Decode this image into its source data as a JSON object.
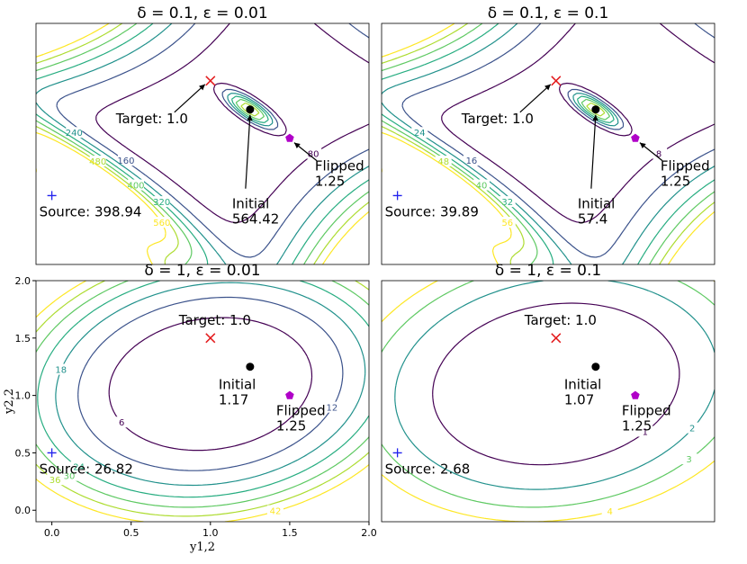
{
  "chart_data": [
    {
      "type": "contour",
      "title": "δ = 0.1, ε = 0.01",
      "contour_levels": [
        80,
        160,
        240,
        320,
        400,
        480,
        560
      ],
      "points": [
        {
          "name": "Target",
          "x": 1.0,
          "y": 1.5,
          "marker": "x",
          "color": "#e31a1c",
          "label": "Target: 1.0"
        },
        {
          "name": "Initial",
          "x": 1.25,
          "y": 1.25,
          "marker": "circle",
          "color": "#000000",
          "label": "Initial\n564.42"
        },
        {
          "name": "Flipped",
          "x": 1.5,
          "y": 1.0,
          "marker": "pentagon",
          "color": "#b000c8",
          "label": "Flipped\n1.25"
        },
        {
          "name": "Source",
          "x": 0.0,
          "y": 0.5,
          "marker": "plus",
          "color": "#2222ee",
          "label": "Source: 398.94"
        }
      ]
    },
    {
      "type": "contour",
      "title": "δ = 0.1, ε = 0.1",
      "contour_levels": [
        8,
        16,
        24,
        32,
        40,
        48,
        56
      ],
      "points": [
        {
          "name": "Target",
          "x": 1.0,
          "y": 1.5,
          "marker": "x",
          "color": "#e31a1c",
          "label": "Target: 1.0"
        },
        {
          "name": "Initial",
          "x": 1.25,
          "y": 1.25,
          "marker": "circle",
          "color": "#000000",
          "label": "Initial\n57.4"
        },
        {
          "name": "Flipped",
          "x": 1.5,
          "y": 1.0,
          "marker": "pentagon",
          "color": "#b000c8",
          "label": "Flipped\n1.25"
        },
        {
          "name": "Source",
          "x": 0.0,
          "y": 0.5,
          "marker": "plus",
          "color": "#2222ee",
          "label": "Source: 39.89"
        }
      ]
    },
    {
      "type": "contour",
      "title": "δ = 1, ε = 0.01",
      "xlabel": "y1,2",
      "ylabel": "y2,2",
      "xlim": [
        -0.1,
        2.0
      ],
      "ylim": [
        -0.1,
        2.0
      ],
      "xticks": [
        0.0,
        0.5,
        1.0,
        1.5,
        2.0
      ],
      "yticks": [
        0.0,
        0.5,
        1.0,
        1.5,
        2.0
      ],
      "contour_levels": [
        6,
        12,
        18,
        24,
        30,
        36,
        42
      ],
      "points": [
        {
          "name": "Target",
          "x": 1.0,
          "y": 1.5,
          "marker": "x",
          "color": "#e31a1c",
          "label": "Target: 1.0"
        },
        {
          "name": "Initial",
          "x": 1.25,
          "y": 1.25,
          "marker": "circle",
          "color": "#000000",
          "label": "Initial\n1.17"
        },
        {
          "name": "Flipped",
          "x": 1.5,
          "y": 1.0,
          "marker": "pentagon",
          "color": "#b000c8",
          "label": "Flipped\n1.25"
        },
        {
          "name": "Source",
          "x": 0.0,
          "y": 0.5,
          "marker": "plus",
          "color": "#2222ee",
          "label": "Source: 26.82"
        }
      ]
    },
    {
      "type": "contour",
      "title": "δ = 1, ε = 0.1",
      "contour_levels": [
        1,
        2,
        3,
        4
      ],
      "points": [
        {
          "name": "Target",
          "x": 1.0,
          "y": 1.5,
          "marker": "x",
          "color": "#e31a1c",
          "label": "Target: 1.0"
        },
        {
          "name": "Initial",
          "x": 1.25,
          "y": 1.25,
          "marker": "circle",
          "color": "#000000",
          "label": "Initial\n1.07"
        },
        {
          "name": "Flipped",
          "x": 1.5,
          "y": 1.0,
          "marker": "pentagon",
          "color": "#b000c8",
          "label": "Flipped\n1.25"
        },
        {
          "name": "Source",
          "x": 0.0,
          "y": 0.5,
          "marker": "plus",
          "color": "#2222ee",
          "label": "Source: 2.68"
        }
      ]
    }
  ],
  "colormap": [
    "#440154",
    "#3b528b",
    "#21918c",
    "#27ad81",
    "#5ec962",
    "#addc30",
    "#fde725"
  ]
}
